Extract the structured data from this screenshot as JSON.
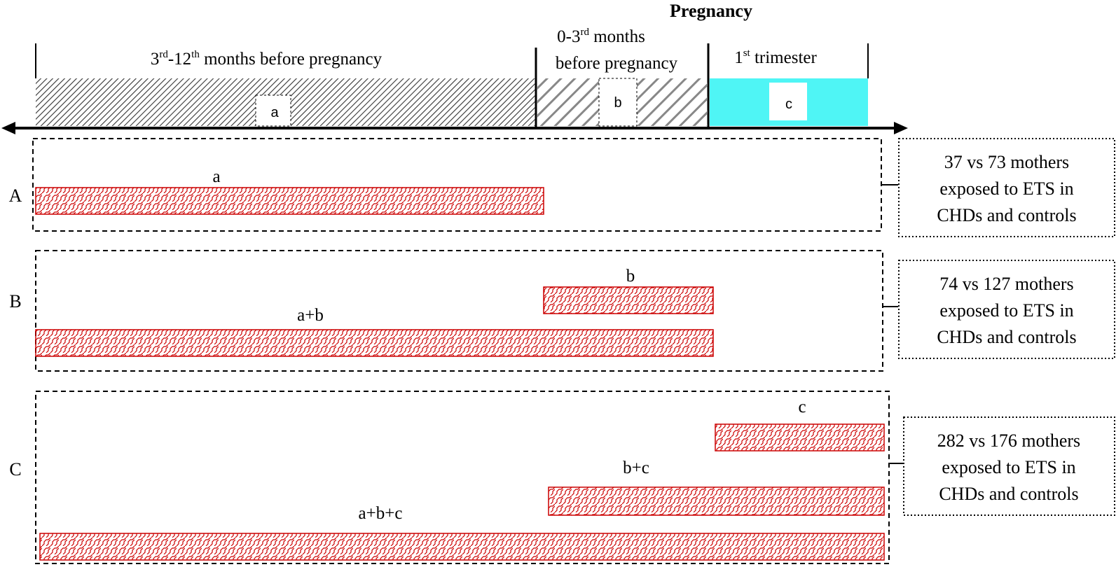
{
  "header": {
    "pregnancy_title": "Pregnancy",
    "period_1": {
      "sup_pre": "3",
      "sup_1": "rd",
      "mid": "-12",
      "sup_2": "th",
      "text": " months before pregnancy"
    },
    "period_2": {
      "line1_pre": "0-3",
      "line1_sup": "rd",
      "line1_post": " months",
      "line2": "before pregnancy"
    },
    "period_3": {
      "pre": "1",
      "sup": "st",
      "text": " trimester"
    },
    "segment_labels": {
      "a": "a",
      "b": "b",
      "c": "c"
    }
  },
  "colors": {
    "bar_outline": "#cc0000",
    "trimester_fill": "#4ff5f5"
  },
  "panels": [
    {
      "row_label": "A",
      "bars": [
        {
          "label": "a"
        }
      ],
      "note": [
        "37 vs 73 mothers",
        "exposed to ETS in",
        "CHDs and controls"
      ]
    },
    {
      "row_label": "B",
      "bars": [
        {
          "label": "b"
        },
        {
          "label": "a+b"
        }
      ],
      "note": [
        "74 vs 127 mothers",
        "exposed to ETS in",
        "CHDs and controls"
      ]
    },
    {
      "row_label": "C",
      "bars": [
        {
          "label": "c"
        },
        {
          "label": "b+c"
        },
        {
          "label": "a+b+c"
        }
      ],
      "note": [
        "282 vs 176 mothers",
        "exposed to ETS in",
        "CHDs and controls"
      ]
    }
  ]
}
